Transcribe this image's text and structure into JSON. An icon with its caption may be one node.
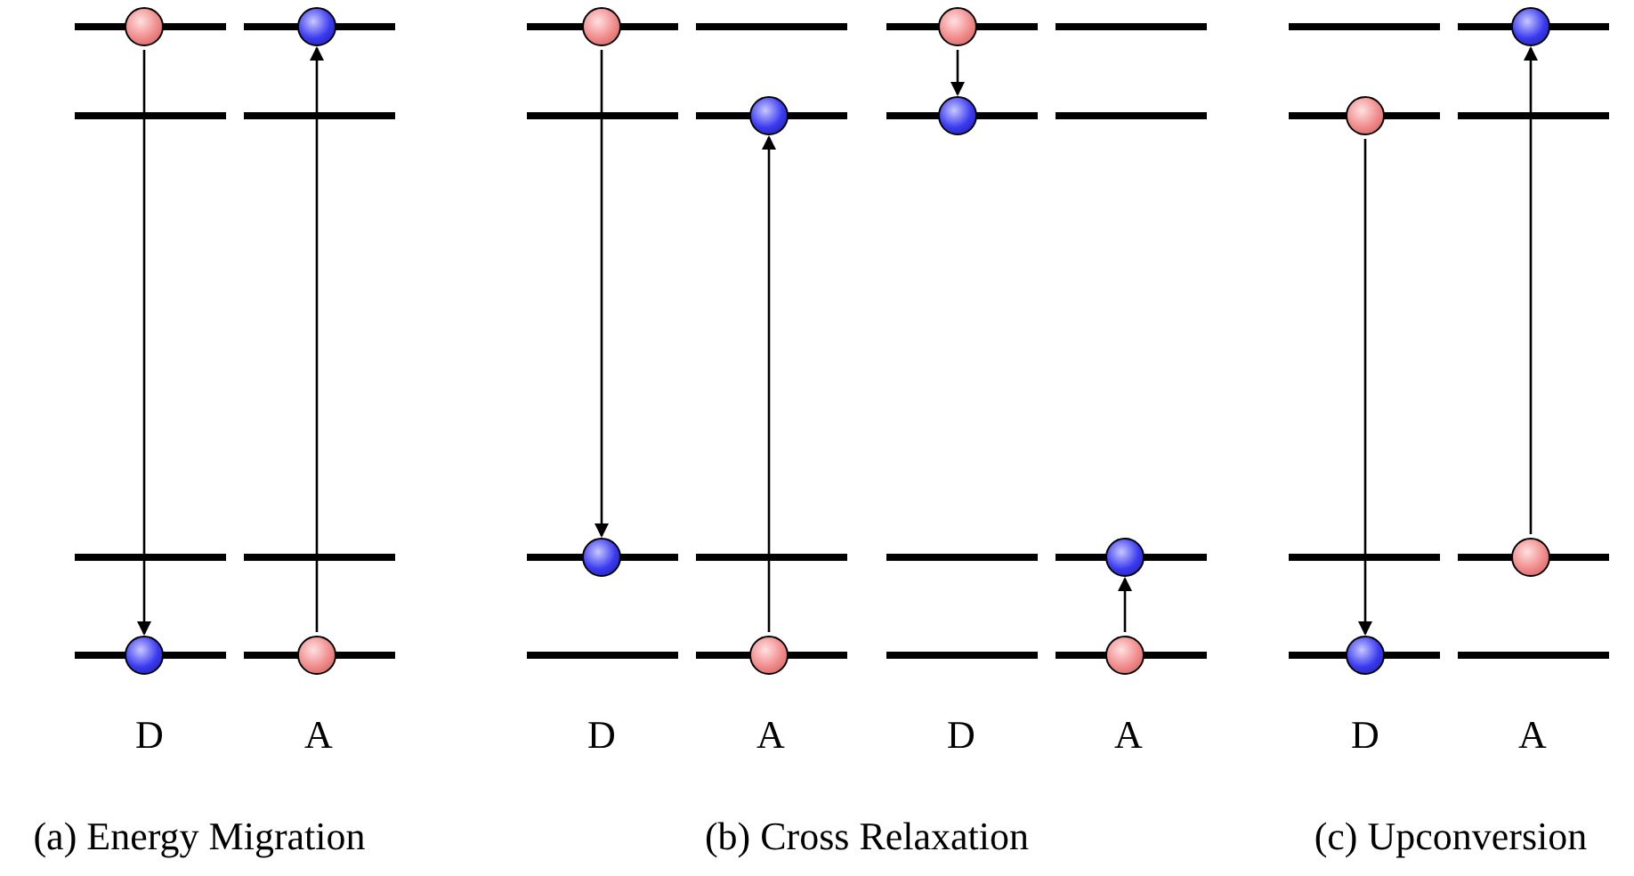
{
  "diagram": {
    "nodes": [
      {
        "text": [],
        "shape": "circle"
      },
      {
        "text": [],
        "shape": "circle"
      },
      {
        "text": [],
        "shape": "circle"
      },
      {
        "text": [],
        "shape": "circle"
      },
      {
        "text": [],
        "shape": "circle"
      },
      {
        "text": [],
        "shape": "circle"
      },
      {
        "text": [],
        "shape": "circle"
      },
      {
        "text": [],
        "shape": "circle"
      },
      {
        "text": [],
        "shape": "circle"
      },
      {
        "text": [],
        "shape": "circle"
      },
      {
        "text": [],
        "shape": "circle"
      },
      {
        "text": [],
        "shape": "circle"
      },
      {
        "text": [],
        "shape": "circle"
      },
      {
        "text": [],
        "shape": "circle"
      },
      {
        "text": [],
        "shape": "circle"
      },
      {
        "text": [],
        "shape": "circle"
      }
    ],
    "edges": [
      {
        "from": 0,
        "to": 1,
        "arrow": "to"
      },
      {
        "from": 3,
        "to": 2,
        "arrow": "to"
      },
      {
        "from": 4,
        "to": 5,
        "arrow": "to"
      },
      {
        "from": 7,
        "to": 6,
        "arrow": "to"
      },
      {
        "from": 8,
        "to": 9,
        "arrow": "to"
      },
      {
        "from": 11,
        "to": 10,
        "arrow": "to"
      },
      {
        "from": 12,
        "to": 13,
        "arrow": "to"
      },
      {
        "from": 14,
        "to": 15,
        "arrow": "to"
      }
    ],
    "labels": [
      "D",
      "A",
      "D",
      "A",
      "D",
      "A",
      "D",
      "A",
      "(a) Energy Migration",
      "(b) Cross Relaxation",
      "(c) Upconversion"
    ]
  }
}
